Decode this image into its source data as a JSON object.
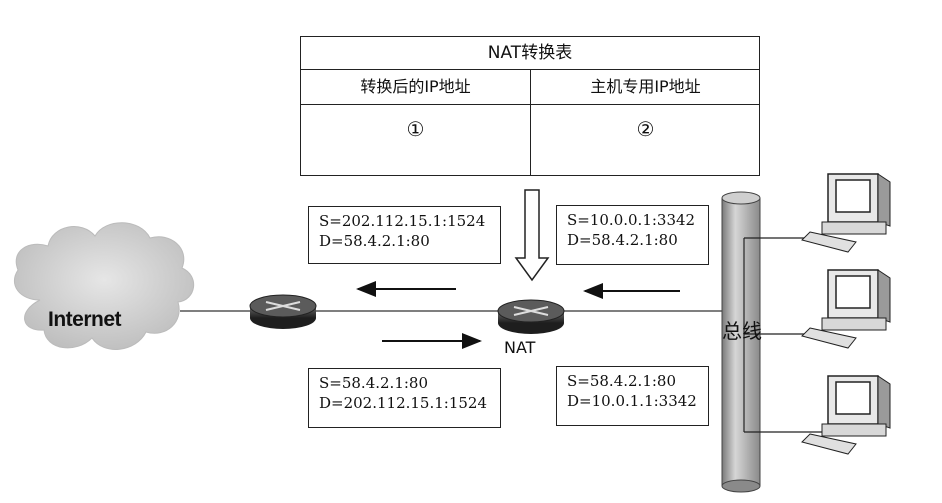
{
  "nat_table": {
    "title": "NAT转换表",
    "col_translated": "转换后的IP地址",
    "col_private": "主机专用IP地址",
    "cell_translated": "①",
    "cell_private": "②"
  },
  "boxes": {
    "outgoing_public": {
      "s": "S=202.112.15.1:1524",
      "d": "D=58.4.2.1:80"
    },
    "outgoing_private": {
      "s": "S=10.0.0.1:3342",
      "d": "D=58.4.2.1:80"
    },
    "incoming_public": {
      "s": "S=58.4.2.1:80",
      "d": "D=202.112.15.1:1524"
    },
    "incoming_private": {
      "s": "S=58.4.2.1:80",
      "d": "D=10.0.1.1:3342"
    }
  },
  "labels": {
    "internet": "Internet",
    "nat": "NAT",
    "bus": "总线"
  },
  "icons": {
    "cloud": "cloud-icon",
    "router": "router-icon",
    "computer": "computer-icon"
  },
  "colors": {
    "cloud": "#cfcfcf",
    "router_body": "#3a3a3a",
    "bus_cylinder": "#a8a8a8"
  }
}
